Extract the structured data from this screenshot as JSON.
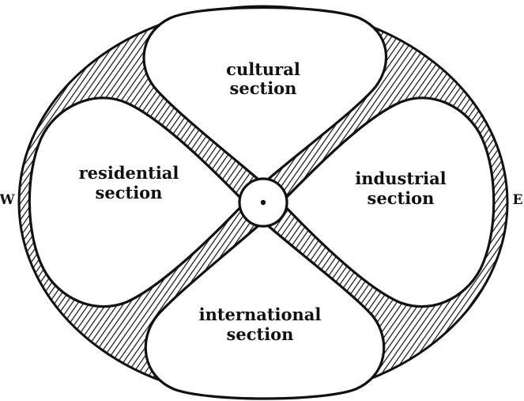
{
  "directions": {
    "west": "W",
    "east": "E"
  },
  "sections": {
    "cultural": {
      "line1": "cultural",
      "line2": "section"
    },
    "residential": {
      "line1": "residential",
      "line2": "section"
    },
    "industrial": {
      "line1": "industrial",
      "line2": "section"
    },
    "international": {
      "line1": "international",
      "line2": "section"
    }
  },
  "colors": {
    "ink": "#111111",
    "background": "#ffffff"
  }
}
